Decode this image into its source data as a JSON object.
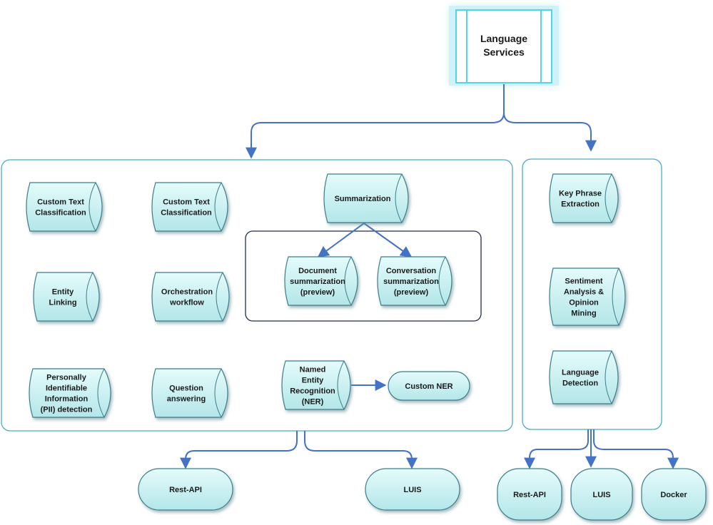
{
  "root": {
    "lines": [
      "Language",
      "Services"
    ]
  },
  "services_left": [
    {
      "id": "custom-text-classification-1",
      "lines": [
        "Custom Text",
        "Classification"
      ]
    },
    {
      "id": "custom-text-classification-2",
      "lines": [
        "Custom Text",
        "Classification"
      ]
    },
    {
      "id": "summarization",
      "lines": [
        "Summarization"
      ]
    },
    {
      "id": "document-summarization",
      "lines": [
        "Document",
        "summarization",
        "(preview)"
      ]
    },
    {
      "id": "conversation-summarization",
      "lines": [
        "Conversation",
        "summarization",
        "(preview)"
      ]
    },
    {
      "id": "entity-linking",
      "lines": [
        "Entity",
        "Linking"
      ]
    },
    {
      "id": "orchestration-workflow",
      "lines": [
        "Orchestration",
        "workflow"
      ]
    },
    {
      "id": "pii-detection",
      "lines": [
        "Personally",
        "Identifiable",
        "Information",
        "(PII) detection"
      ]
    },
    {
      "id": "question-answering",
      "lines": [
        "Question",
        "answering"
      ]
    },
    {
      "id": "named-entity-recognition",
      "lines": [
        "Named",
        "Entity",
        "Recognition",
        "(NER)"
      ]
    },
    {
      "id": "custom-ner",
      "lines": [
        "Custom NER"
      ]
    }
  ],
  "services_right": [
    {
      "id": "key-phrase-extraction",
      "lines": [
        "Key Phrase",
        "Extraction"
      ]
    },
    {
      "id": "sentiment-analysis",
      "lines": [
        "Sentiment",
        "Analysis &",
        "Opinion",
        "Mining"
      ]
    },
    {
      "id": "language-detection",
      "lines": [
        "Language",
        "Detection"
      ]
    }
  ],
  "endpoints": [
    {
      "id": "left-rest-api",
      "label": "Rest-API"
    },
    {
      "id": "left-luis",
      "label": "LUIS"
    },
    {
      "id": "right-rest-api",
      "label": "Rest-API"
    },
    {
      "id": "right-luis",
      "label": "LUIS"
    },
    {
      "id": "right-docker",
      "label": "Docker"
    }
  ],
  "colors": {
    "node_fill": "#c9f1f1",
    "node_stroke": "#3d7d8a",
    "connector": "#4472c4",
    "group_border": "#4bacc6",
    "sub_group_border": "#1f2d4d",
    "root_border": "#4fd6e8"
  }
}
